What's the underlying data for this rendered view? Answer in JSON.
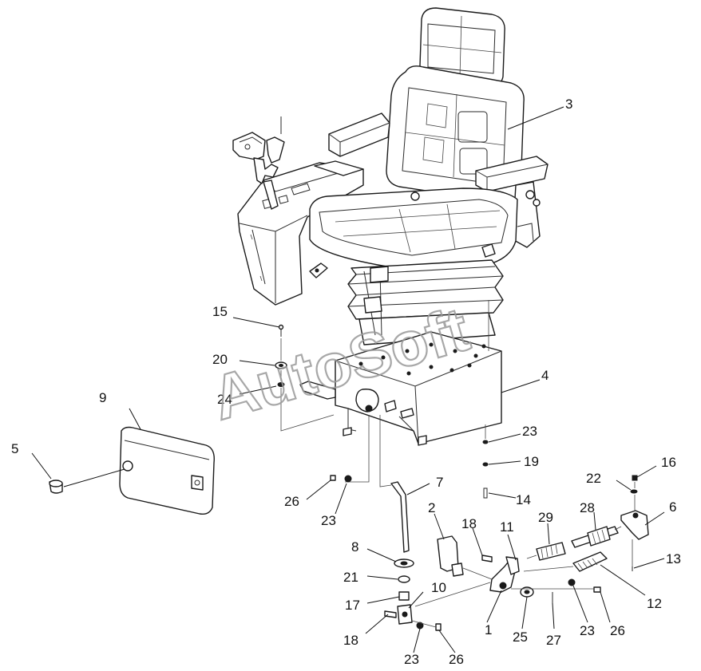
{
  "diagram": {
    "callouts": [
      "1",
      "2",
      "3",
      "4",
      "5",
      "6",
      "7",
      "8",
      "9",
      "10",
      "11",
      "12",
      "13",
      "14",
      "15",
      "16",
      "17",
      "18",
      "18",
      "19",
      "20",
      "21",
      "22",
      "23",
      "23",
      "23",
      "23",
      "24",
      "25",
      "26",
      "26",
      "26",
      "27",
      "28",
      "29"
    ]
  },
  "watermark": {
    "text": "AutoSoft"
  }
}
